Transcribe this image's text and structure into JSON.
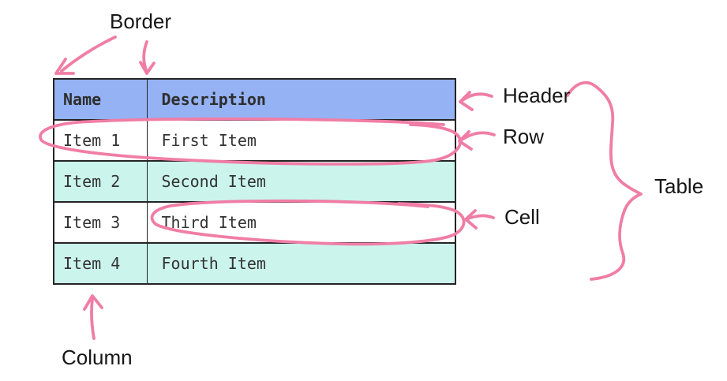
{
  "diagram_title": "table-anatomy-diagram",
  "labels": {
    "border": "Border",
    "header": "Header",
    "row": "Row",
    "cell": "Cell",
    "table": "Table",
    "column": "Column"
  },
  "table": {
    "headers": [
      "Name",
      "Description"
    ],
    "rows": [
      [
        "Item 1",
        "First Item"
      ],
      [
        "Item 2",
        "Second Item"
      ],
      [
        "Item 3",
        "Third Item"
      ],
      [
        "Item 4",
        "Fourth Item"
      ]
    ]
  },
  "colors": {
    "header_bg": "#94B2F4",
    "row_alt_bg": "#CBF4EC",
    "row_bg": "#FFFFFF",
    "table_border": "#242424",
    "table_text": "#333333",
    "annotation_ink": "#F07DA5",
    "label_text": "#161616"
  }
}
